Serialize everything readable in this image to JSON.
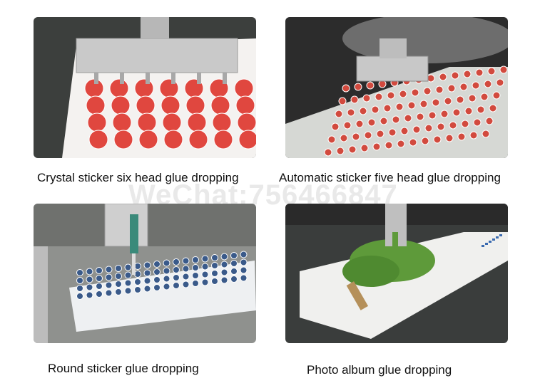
{
  "watermark": "WeChat:756466847",
  "panels": [
    {
      "caption": "Crystal sticker six head glue dropping",
      "image": "six-head-dispenser-over-red-round-stickers"
    },
    {
      "caption": "Automatic sticker five head glue dropping",
      "image": "five-head-dispenser-over-sticker-sheet"
    },
    {
      "caption": "Round sticker glue dropping",
      "image": "single-nozzle-over-round-sticker-sheet"
    },
    {
      "caption": "Photo album glue dropping",
      "image": "nozzle-over-tree-photo-panel"
    }
  ],
  "colors": {
    "sticker_red": "#e0473f",
    "metal": "#c9c9c9",
    "tree_green": "#5e9a3a",
    "text": "#111111"
  }
}
